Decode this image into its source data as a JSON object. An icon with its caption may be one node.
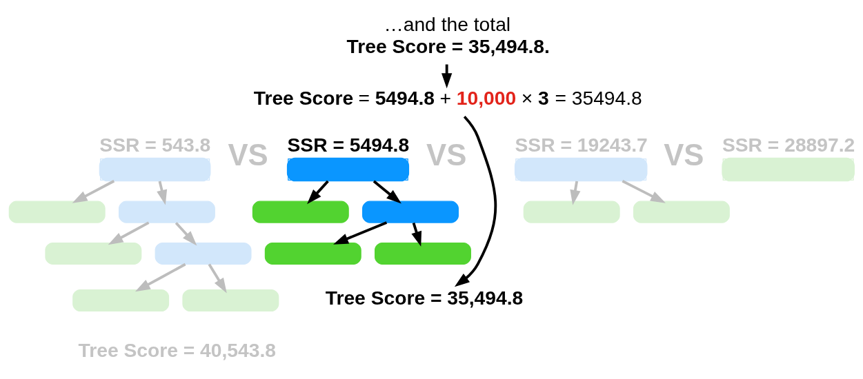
{
  "diagram": {
    "nodes": [
      {
        "text": [
          "…and the total",
          "Tree Score = 35,494.8."
        ]
      },
      {
        "text": [
          "**Tree Score** = **5494.8** + **10,000** × **3** = 35494.8"
        ]
      },
      {
        "text": [],
        "shape": "box",
        "beside": [
          "SSR = 543.8"
        ]
      },
      {
        "text": [],
        "shape": "box"
      },
      {
        "text": [],
        "shape": "box"
      },
      {
        "text": [],
        "shape": "box"
      },
      {
        "text": [],
        "shape": "box"
      },
      {
        "text": [],
        "shape": "box"
      },
      {
        "text": [],
        "shape": "box"
      },
      {
        "text": [],
        "shape": "box",
        "beside": [
          "SSR = 5494.8"
        ]
      },
      {
        "text": [],
        "shape": "box"
      },
      {
        "text": [],
        "shape": "box"
      },
      {
        "text": [],
        "shape": "box"
      },
      {
        "text": [],
        "shape": "box"
      },
      {
        "text": [
          "Tree Score = 35,494.8"
        ]
      },
      {
        "text": [],
        "shape": "box",
        "beside": [
          "SSR = 19243.7"
        ]
      },
      {
        "text": [],
        "shape": "box"
      },
      {
        "text": [],
        "shape": "box"
      },
      {
        "text": [],
        "shape": "box",
        "beside": [
          "SSR = 28897.2"
        ]
      }
    ],
    "edges": [
      {
        "from": 0,
        "to": 1,
        "arrow": "to",
        "color": "#000000"
      },
      {
        "from": 1,
        "to": 14,
        "arrow": "to",
        "color": "#000000"
      },
      {
        "from": 2,
        "to": 3,
        "arrow": "to"
      },
      {
        "from": 2,
        "to": 4,
        "arrow": "to"
      },
      {
        "from": 4,
        "to": 5,
        "arrow": "to"
      },
      {
        "from": 4,
        "to": 6,
        "arrow": "to"
      },
      {
        "from": 6,
        "to": 7,
        "arrow": "to"
      },
      {
        "from": 6,
        "to": 8,
        "arrow": "to"
      },
      {
        "from": 9,
        "to": 10,
        "arrow": "to",
        "color": "#000000"
      },
      {
        "from": 9,
        "to": 11,
        "arrow": "to",
        "color": "#000000"
      },
      {
        "from": 11,
        "to": 12,
        "arrow": "to",
        "color": "#000000"
      },
      {
        "from": 11,
        "to": 13,
        "arrow": "to",
        "color": "#000000"
      },
      {
        "from": 15,
        "to": 16,
        "arrow": "to"
      },
      {
        "from": 15,
        "to": 17,
        "arrow": "to"
      }
    ],
    "labels": [
      "VS",
      "VS",
      "VS",
      "Tree Score = 40,543.8"
    ]
  }
}
